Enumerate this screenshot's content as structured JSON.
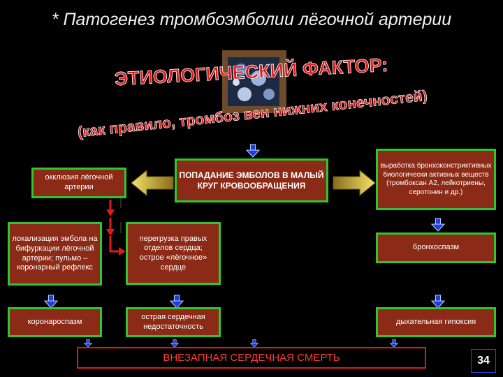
{
  "title": "*  Патогенез тромбоэмболии лёгочной артерии",
  "etiology": {
    "line1": "ЭТИОЛОГИЧЕСКИЙ ФАКТОР:",
    "line2": "(как правило, тромбоз вен нижних конечностей)"
  },
  "boxes": {
    "occlusion": "окклюзия лёгочной артерии",
    "emboli": "ПОПАДАНИЕ ЭМБОЛОВ В МАЛЫЙ КРУГ КРОВООБРАЩЕНИЯ",
    "bioactive": "выработка бронхоконстриктивных биологически активных веществ (тромбоксан А2, лейкотриены, серотонин и др.)",
    "localization": "локализация эмбола на бифуркации лёгочной артерии; пульмо – коронарный рефлекс",
    "overload_line1": "перегрузка правых отделов сердца;",
    "overload_line2": "острое «лёгочное» сердце",
    "bronchospasm": "бронхоспазм",
    "coronary_spasm": "коронароспазм",
    "heart_failure": "острая сердечная недостаточность",
    "hypoxia": "дыхательная гипоксия"
  },
  "final": "ВНЕЗАПНАЯ СЕРДЕЧНАЯ СМЕРТЬ",
  "page_number": "34",
  "colors": {
    "box_fill": "#8b2a16",
    "box_border": "#2ec72e",
    "arrow_blue": "#1d3fe0",
    "final_red": "#e21a1a",
    "wordart_red": "#e01818"
  }
}
